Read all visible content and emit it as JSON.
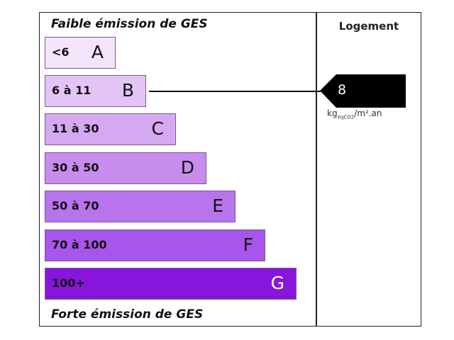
{
  "top_label": "Faible émission de GES",
  "bottom_label": "Forte émission de GES",
  "column_header": "Logement",
  "classes": [
    {
      "range": "<6",
      "letter": "A",
      "color": "#f3e5fb"
    },
    {
      "range": "6 à 11",
      "letter": "B",
      "color": "#e2c5f6"
    },
    {
      "range": "11 à 30",
      "letter": "C",
      "color": "#d5a8f2"
    },
    {
      "range": "30 à 50",
      "letter": "D",
      "color": "#c88cef"
    },
    {
      "range": "50 à 70",
      "letter": "E",
      "color": "#b874ed"
    },
    {
      "range": "70 à 100",
      "letter": "F",
      "color": "#a656ea"
    },
    {
      "range": "100+",
      "letter": "G",
      "color": "#8715dc"
    }
  ],
  "indicator": {
    "value": "8",
    "class": "B",
    "unit_main": "kg",
    "unit_sub": "éqCO2",
    "unit_rest": "/m².an"
  }
}
